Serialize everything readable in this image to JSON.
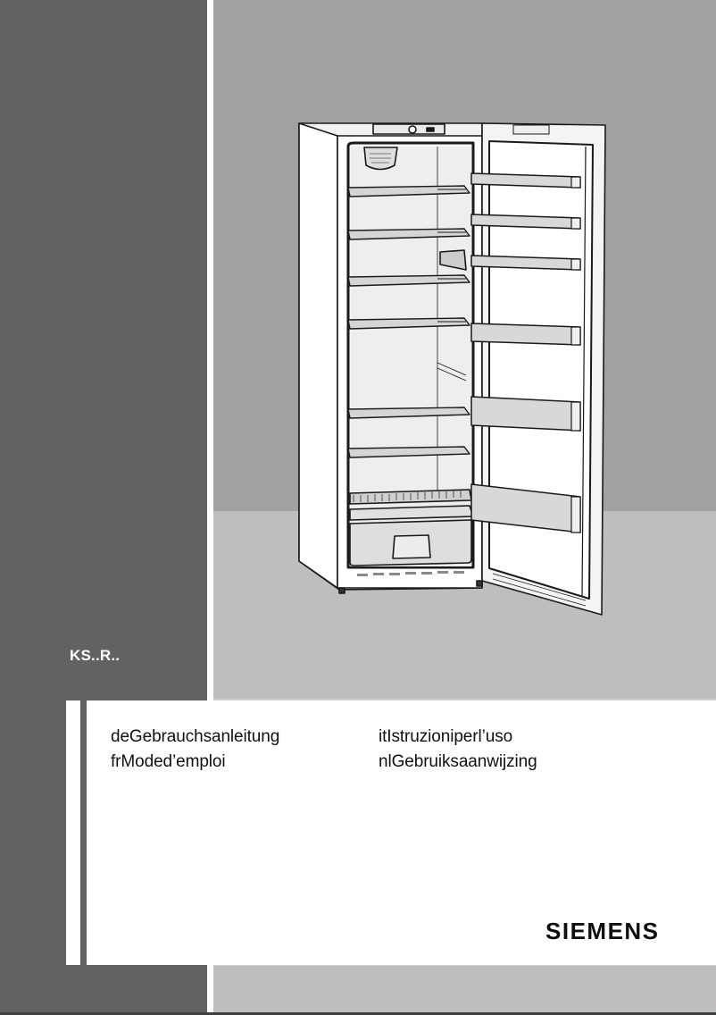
{
  "cover": {
    "model_code": "KS..R..",
    "brand": "SIEMENS",
    "colors": {
      "dark_panel": "#626262",
      "wall_gray": "#a1a1a1",
      "floor_gray": "#bebebe",
      "content_bg": "#ffffff",
      "text": "#111111"
    }
  },
  "languages": {
    "column_1": [
      {
        "code": "de",
        "title": "Gebrauchsanleitung",
        "text": "deGebrauchsanleitung"
      },
      {
        "code": "fr",
        "title": "Mode d’emploi",
        "text": "frModed’emploi"
      }
    ],
    "column_2": [
      {
        "code": "it",
        "title": "Istruzioni per l’uso",
        "text": "itIstruzioniperl’uso"
      },
      {
        "code": "nl",
        "title": "Gebruiksaanwijzing",
        "text": "nlGebruiksaanwijzing"
      }
    ]
  },
  "illustration": {
    "subject": "refrigerator-open-door",
    "description": "Line drawing of a tall single-door refrigerator with the door open, showing 7 glass shelves, a crisper drawer, and 5 door bins"
  }
}
